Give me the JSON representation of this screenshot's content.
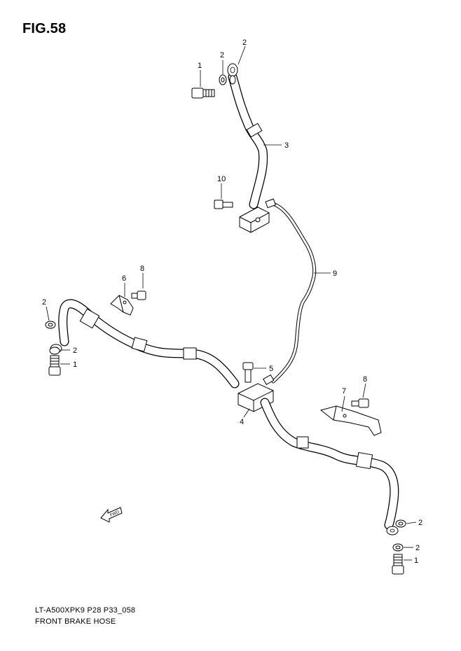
{
  "figure_number": "FIG.58",
  "model_code": "LT-A500XPK9 P28 P33_058",
  "part_title": "FRONT BRAKE HOSE",
  "fwd_label": "FWD",
  "callouts": {
    "c1a": "1",
    "c2a": "2",
    "c2b": "2",
    "c3": "3",
    "c10": "10",
    "c9": "9",
    "c6": "6",
    "c8a": "8",
    "c2c": "2",
    "c2d": "2",
    "c1b": "1",
    "c5": "5",
    "c4": "4",
    "c7": "7",
    "c8b": "8",
    "c2e": "2",
    "c2f": "2",
    "c1c": "1"
  }
}
